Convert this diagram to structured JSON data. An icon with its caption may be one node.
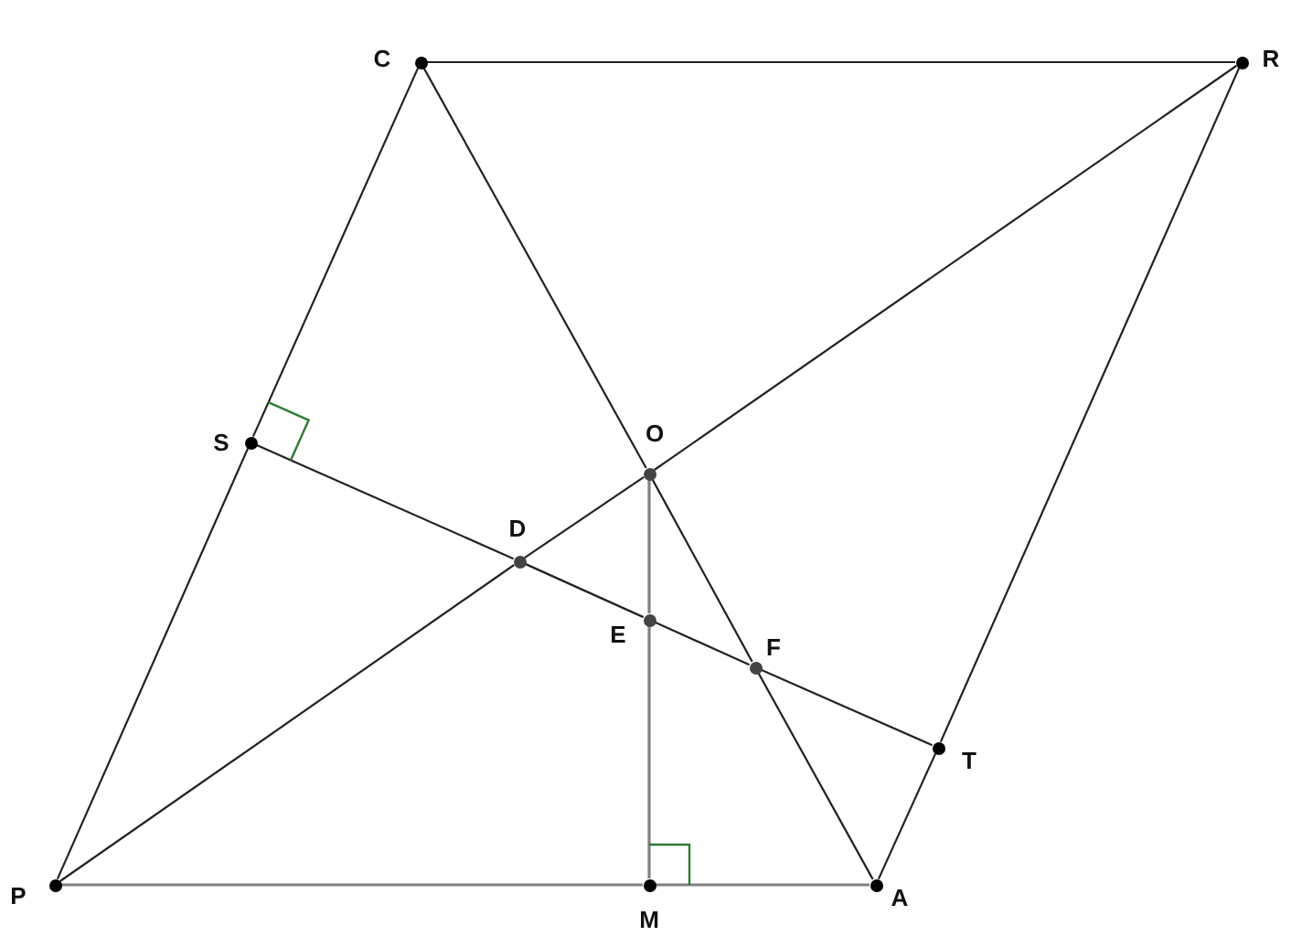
{
  "diagram": {
    "nodes": [
      {
        "text": [],
        "shape": "circle",
        "beside": [
          "C"
        ]
      },
      {
        "text": [],
        "shape": "circle",
        "beside": [
          "R"
        ]
      },
      {
        "text": [],
        "shape": "circle",
        "beside": [
          "S"
        ]
      },
      {
        "text": [],
        "shape": "circle",
        "beside": [
          "O"
        ]
      },
      {
        "text": [],
        "shape": "circle",
        "beside": [
          "D"
        ]
      },
      {
        "text": [],
        "shape": "circle",
        "beside": [
          "E"
        ]
      },
      {
        "text": [],
        "shape": "circle",
        "beside": [
          "F"
        ]
      },
      {
        "text": [],
        "shape": "circle",
        "beside": [
          "T"
        ]
      },
      {
        "text": [],
        "shape": "circle",
        "beside": [
          "P"
        ]
      },
      {
        "text": [],
        "shape": "circle",
        "beside": [
          "M"
        ]
      },
      {
        "text": [],
        "shape": "circle",
        "beside": [
          "A"
        ]
      }
    ],
    "edges": [
      {
        "from": 0,
        "to": 1,
        "arrow": "none"
      },
      {
        "from": 0,
        "to": 2,
        "arrow": "none"
      },
      {
        "from": 2,
        "to": 8,
        "arrow": "none"
      },
      {
        "from": 0,
        "to": 3,
        "arrow": "none"
      },
      {
        "from": 3,
        "to": 6,
        "arrow": "none"
      },
      {
        "from": 6,
        "to": 10,
        "arrow": "none"
      },
      {
        "from": 1,
        "to": 3,
        "arrow": "none"
      },
      {
        "from": 3,
        "to": 4,
        "arrow": "none"
      },
      {
        "from": 4,
        "to": 8,
        "arrow": "none"
      },
      {
        "from": 1,
        "to": 7,
        "arrow": "none"
      },
      {
        "from": 7,
        "to": 10,
        "arrow": "none"
      },
      {
        "from": 8,
        "to": 9,
        "arrow": "none",
        "color": "#808080"
      },
      {
        "from": 9,
        "to": 10,
        "arrow": "none",
        "color": "#808080"
      },
      {
        "from": 2,
        "to": 4,
        "arrow": "none"
      },
      {
        "from": 4,
        "to": 5,
        "arrow": "none"
      },
      {
        "from": 5,
        "to": 6,
        "arrow": "none"
      },
      {
        "from": 6,
        "to": 7,
        "arrow": "none"
      },
      {
        "from": 3,
        "to": 5,
        "arrow": "none",
        "color": "#808080"
      },
      {
        "from": 5,
        "to": 9,
        "arrow": "none",
        "color": "#808080"
      }
    ]
  }
}
